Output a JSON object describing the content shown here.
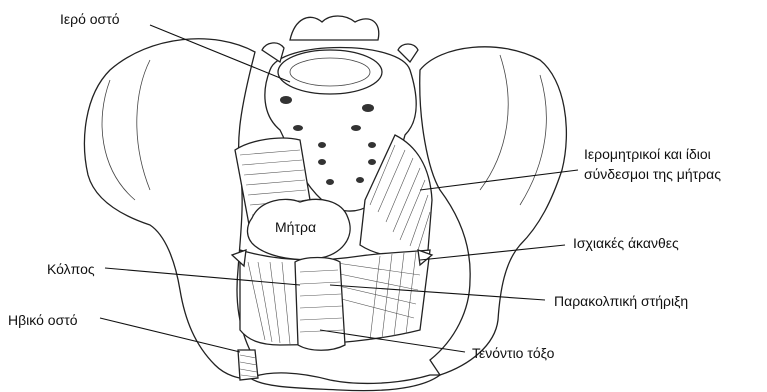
{
  "labels": {
    "sacrum": "Ιερό οστό",
    "uterosacral_line1": "Ιερομητρικοί και ίδιοι",
    "uterosacral_line2": "σύνδεσμοι της μήτρας",
    "uterus": "Μήτρα",
    "ischial_spines": "Ισχιακές άκανθες",
    "vagina": "Κόλπος",
    "paracolpium": "Παρακολπική στήριξη",
    "pubic_bone": "Ηβικό οστό",
    "arcus_tendineus": "Τενόντιο τόξο"
  }
}
